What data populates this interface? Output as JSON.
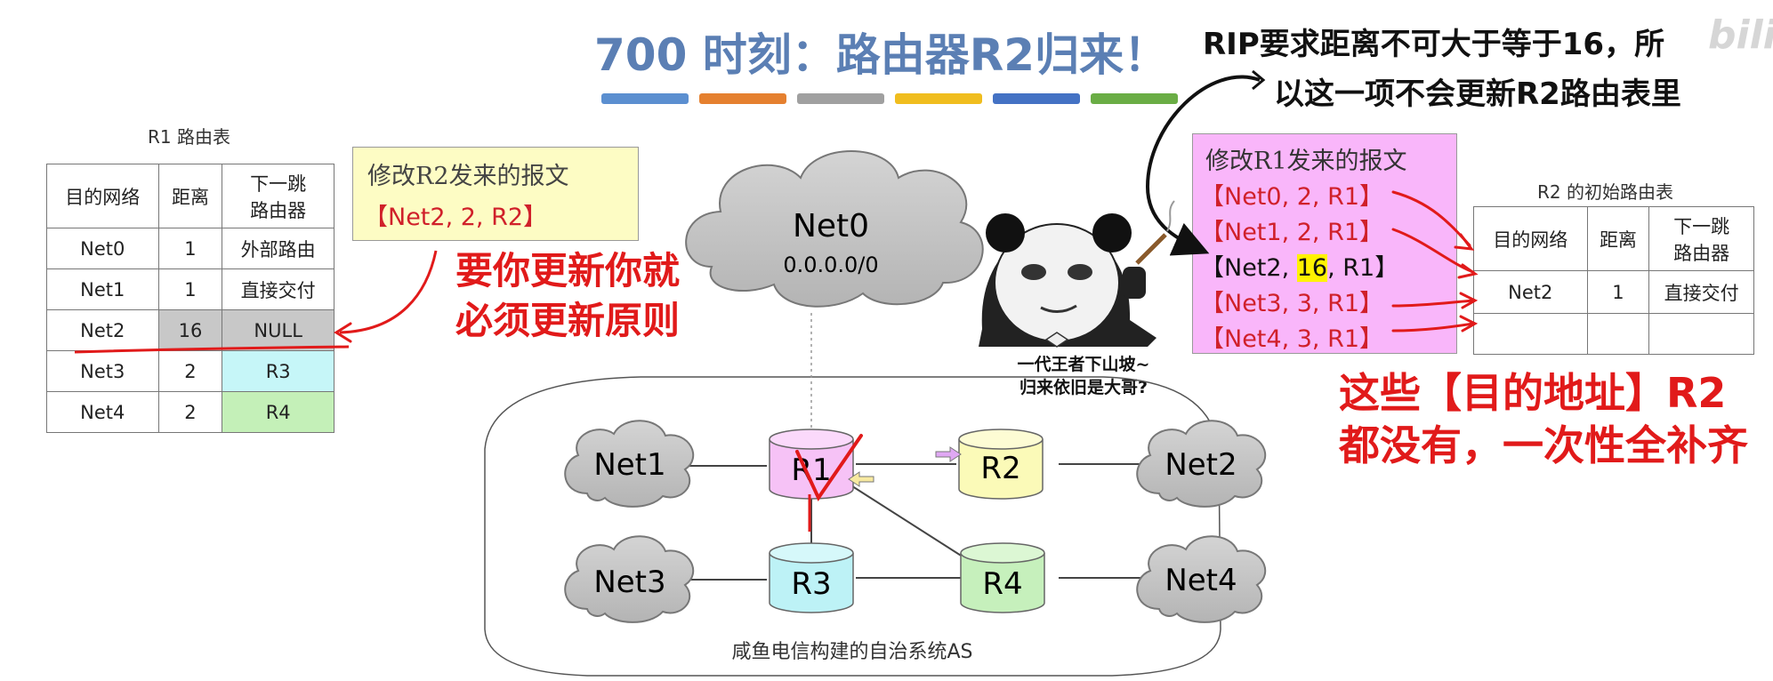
{
  "title": "700 时刻：路由器R2归来！",
  "top_note": {
    "line1": "RIP要求距离不可大于等于16，所",
    "line2": "以这一项不会更新R2路由表里"
  },
  "color_bars": [
    "#5b8fd0",
    "#e5802f",
    "#a0a0a0",
    "#f0bd1e",
    "#4472c4",
    "#6aad45"
  ],
  "r1_table": {
    "caption": "R1 路由表",
    "headers": [
      "目的网络",
      "距离",
      "下一跳 路由器"
    ],
    "rows": [
      [
        "Net0",
        "1",
        "外部路由"
      ],
      [
        "Net1",
        "1",
        "直接交付"
      ],
      [
        "Net2",
        "16",
        "NULL"
      ],
      [
        "Net3",
        "2",
        "R3"
      ],
      [
        "Net4",
        "2",
        "R4"
      ]
    ]
  },
  "r2_msg": {
    "title": "修改R2发来的报文",
    "entry": "【Net2, 2, R2】"
  },
  "red_note_left": {
    "line1": "要你更新你就",
    "line2": "必须更新原则"
  },
  "r1_msg": {
    "title": "修改R1发来的报文",
    "entries": [
      [
        "【Net0, 2, R1】",
        ""
      ],
      [
        "【Net1, 2, R1】",
        ""
      ],
      [
        "【Net2, ",
        "16",
        ", R1】"
      ],
      [
        "【Net3, 3, R1】",
        ""
      ],
      [
        "【Net4, 3, R1】",
        ""
      ]
    ]
  },
  "r2_table": {
    "caption": "R2 的初始路由表",
    "headers": [
      "目的网络",
      "距离",
      "下一跳 路由器"
    ],
    "rows": [
      [
        "Net2",
        "1",
        "直接交付"
      ],
      [
        "",
        "",
        ""
      ]
    ]
  },
  "panda_caption": {
    "line1": "一代王者下山坡~",
    "line2": "归来依旧是大哥?"
  },
  "red_note_right": {
    "line1": "这些【目的地址】R2",
    "line2": "都没有，一次性全补齐"
  },
  "network": {
    "net0": {
      "name": "Net0",
      "addr": "0.0.0.0/0"
    },
    "clouds": [
      "Net1",
      "Net2",
      "Net3",
      "Net4"
    ],
    "routers": [
      "R1",
      "R2",
      "R3",
      "R4"
    ],
    "as_label": "咸鱼电信构建的自治系统AS"
  },
  "watermark": "bili"
}
